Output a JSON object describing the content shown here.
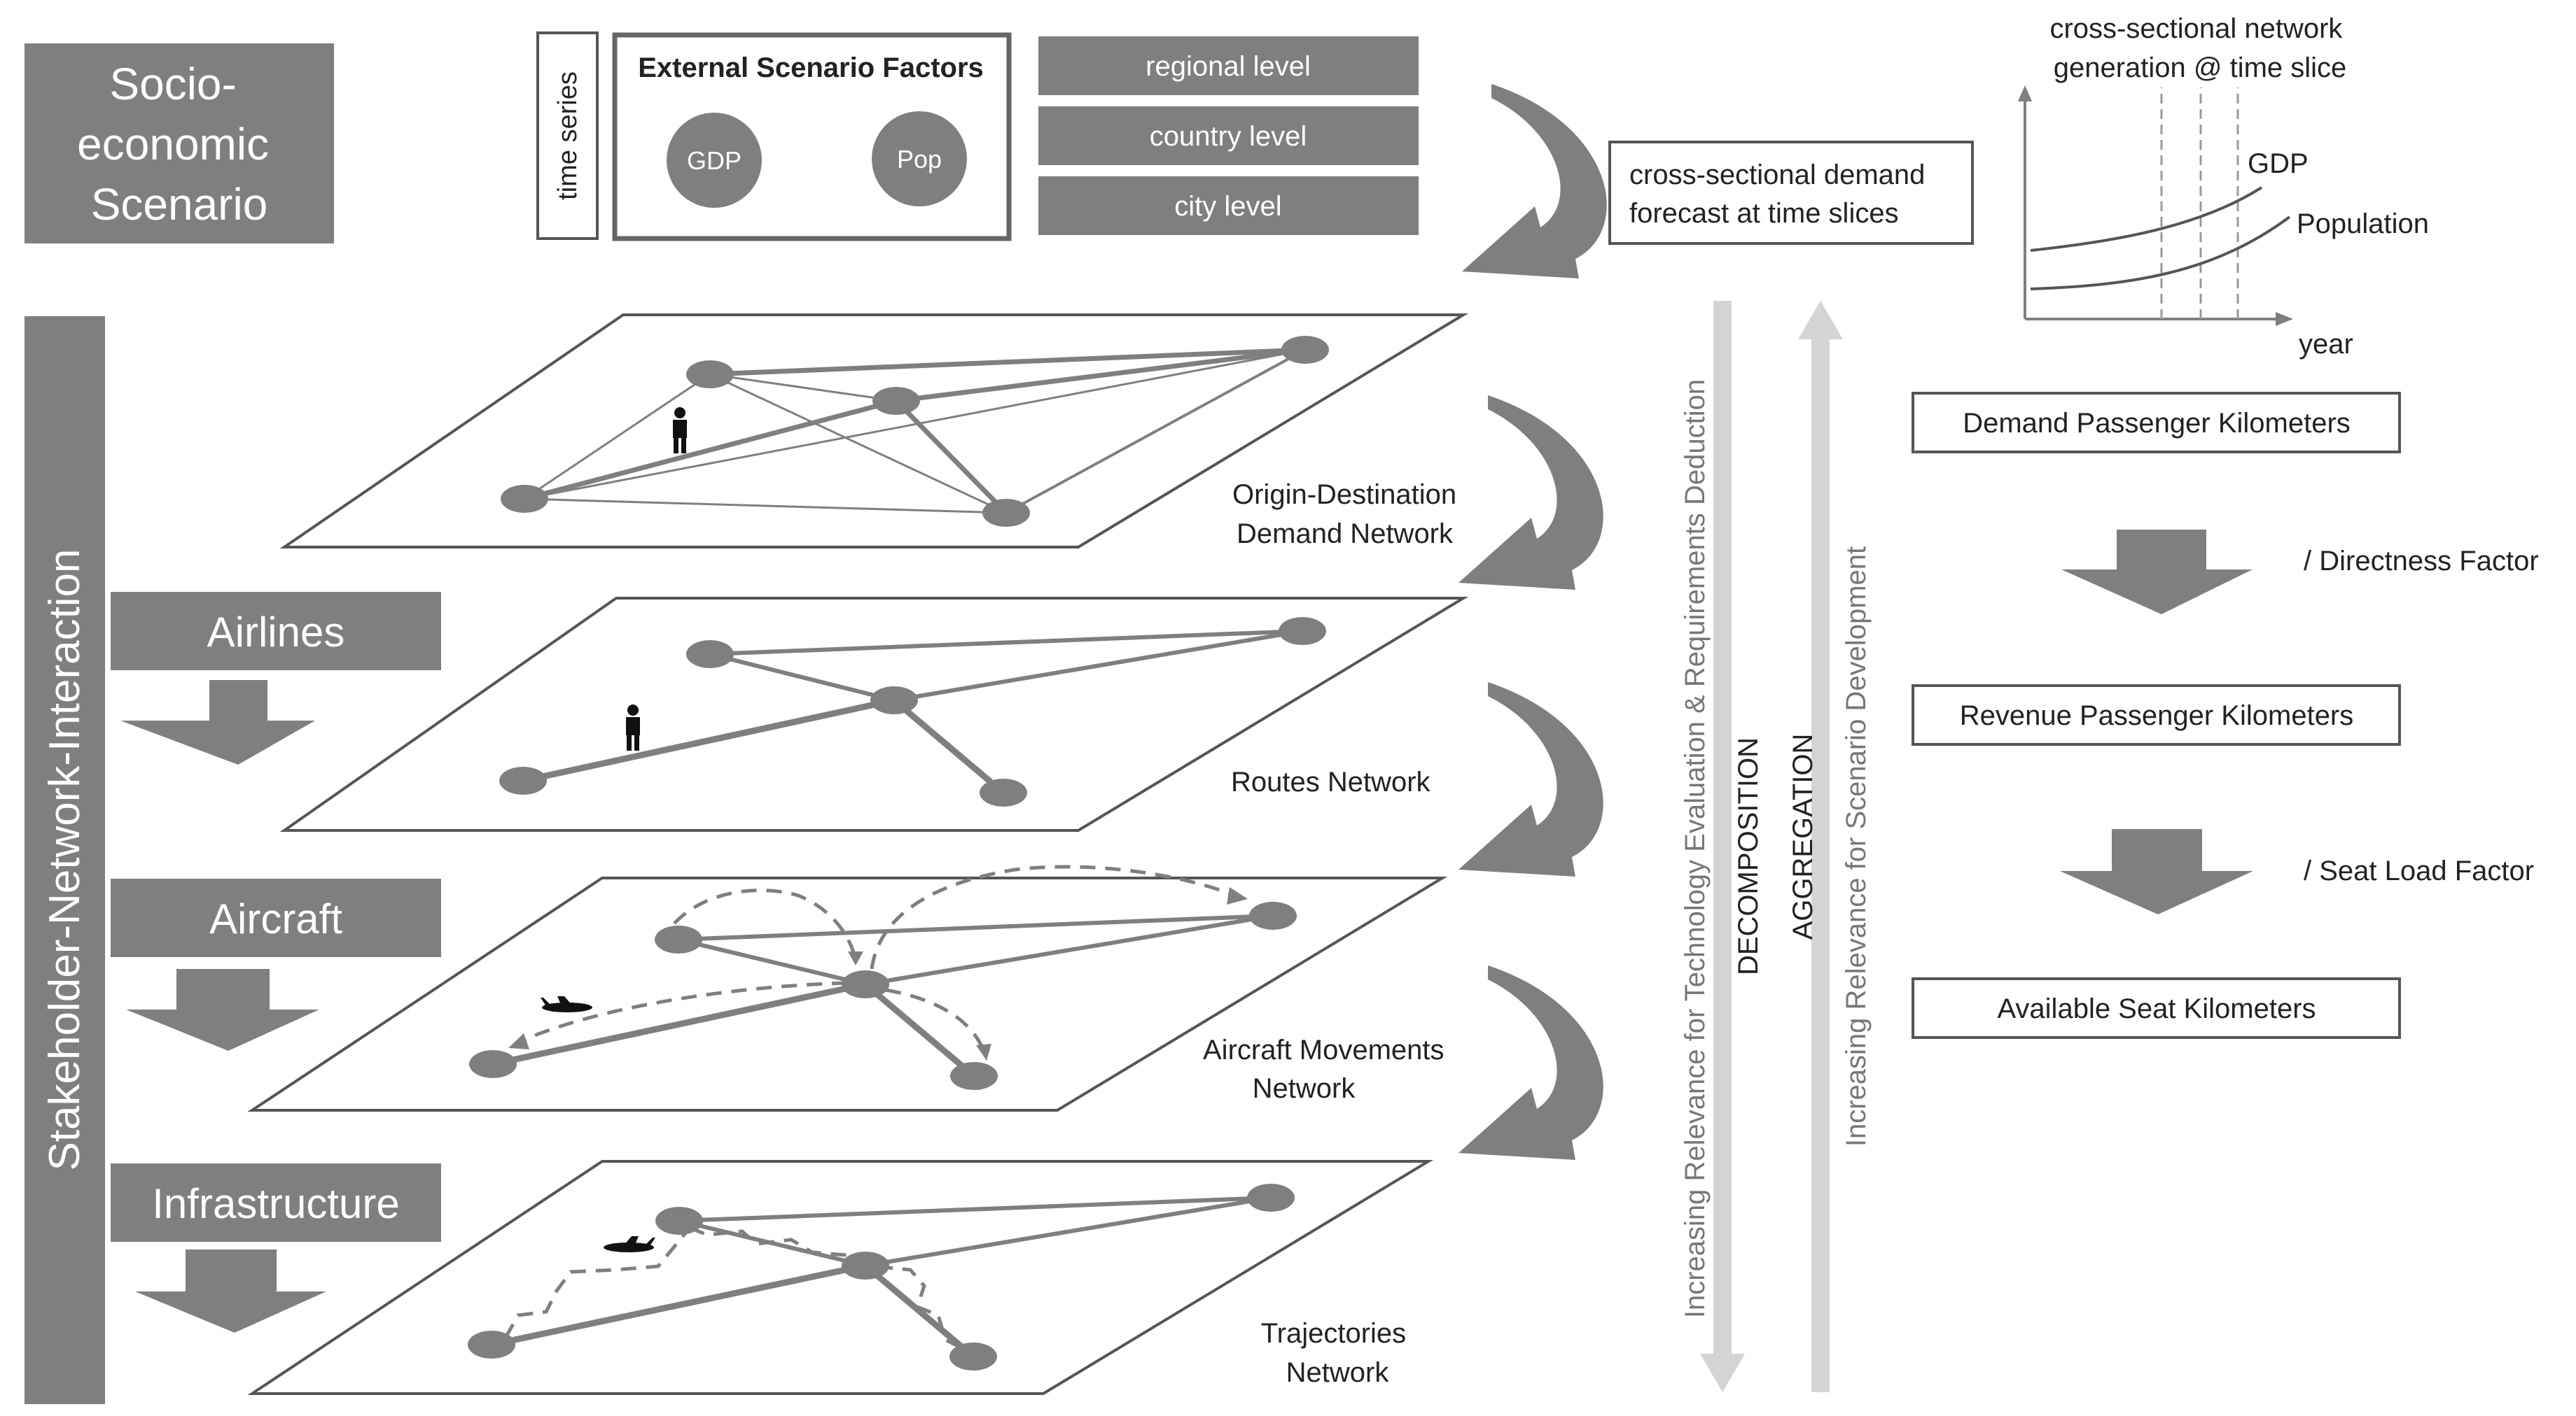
{
  "scenario": {
    "title_lines": [
      "Socio-",
      "economic",
      "Scenario"
    ],
    "time_series": "time series",
    "factors_title": "External Scenario Factors",
    "factors": [
      "GDP",
      "Pop"
    ],
    "levels": [
      "regional level",
      "country level",
      "city level"
    ],
    "forecast_lines": [
      "cross-sectional demand",
      "forecast at time slices"
    ]
  },
  "side_panel": {
    "title": "Stakeholder-Network-Interaction",
    "stakeholders": [
      "Airlines",
      "Aircraft",
      "Infrastructure"
    ]
  },
  "networks": [
    {
      "lines": [
        "Origin-Destination",
        "Demand Network"
      ]
    },
    {
      "lines": [
        "Routes Network"
      ]
    },
    {
      "lines": [
        "Aircraft Movements",
        "Network"
      ]
    },
    {
      "lines": [
        "Trajectories",
        "Network"
      ]
    }
  ],
  "vertical_labels": {
    "left": "Increasing Relevance for Technology Evaluation & Requirements Deduction",
    "decomposition": "DECOMPOSITION",
    "aggregation": "AGGREGATION",
    "right": "Increasing Relevance for Scenario Development"
  },
  "graph": {
    "title_lines": [
      "cross-sectional network",
      "generation @ time slice"
    ],
    "series": [
      "GDP",
      "Population"
    ],
    "xlabel": "year"
  },
  "metrics": {
    "boxes": [
      "Demand Passenger Kilometers",
      "Revenue Passenger Kilometers",
      "Available  Seat Kilometers"
    ],
    "factors": [
      "/ Directness  Factor",
      "/ Seat Load Factor"
    ]
  }
}
